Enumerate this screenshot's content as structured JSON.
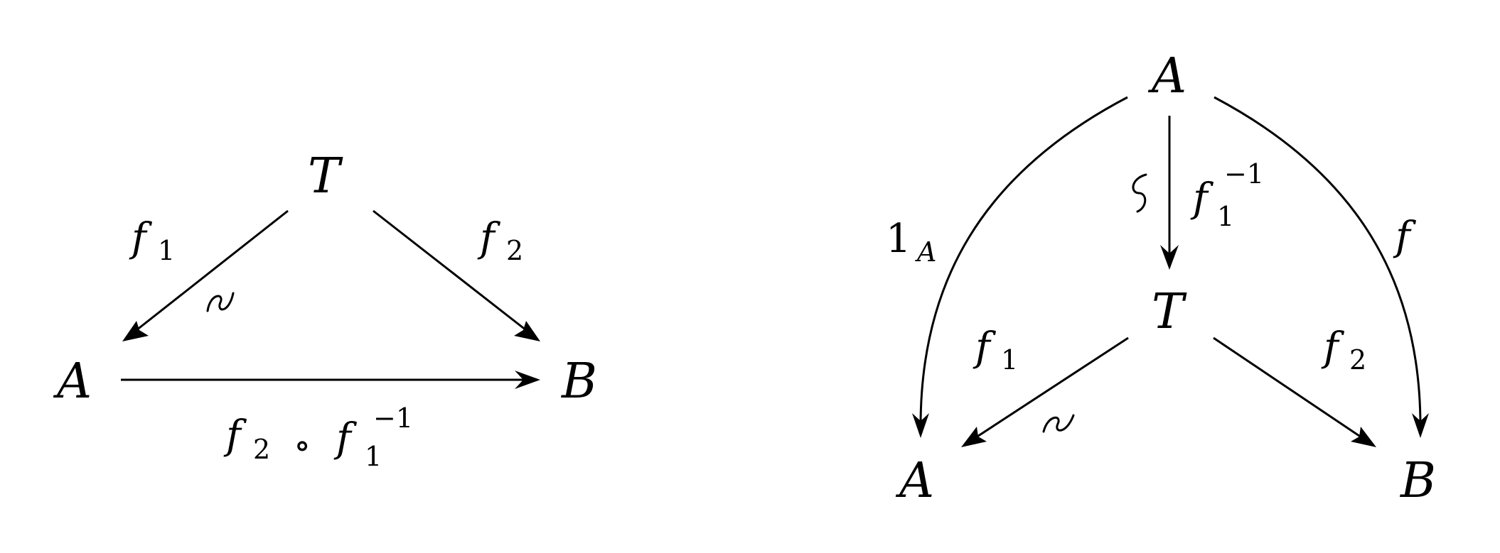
{
  "left": {
    "objects": {
      "T": "T",
      "A": "A",
      "B": "B"
    },
    "labels": {
      "f1": {
        "base": "f",
        "sub": "1"
      },
      "f2": {
        "base": "f",
        "sub": "2"
      },
      "composite": {
        "f2_base": "f",
        "f2_sub": "2",
        "op": "∘",
        "f1_base": "f",
        "f1_sub": "1",
        "f1_sup": "−1"
      }
    }
  },
  "right": {
    "objects": {
      "A_top": "A",
      "T": "T",
      "A_bottom": "A",
      "B": "B"
    },
    "labels": {
      "identity": {
        "base": "1",
        "sub": "A"
      },
      "f1_inverse": {
        "base": "f",
        "sub": "1",
        "sup": "−1"
      },
      "f": {
        "base": "f"
      },
      "f1": {
        "base": "f",
        "sub": "1"
      },
      "f2": {
        "base": "f",
        "sub": "2"
      }
    }
  }
}
